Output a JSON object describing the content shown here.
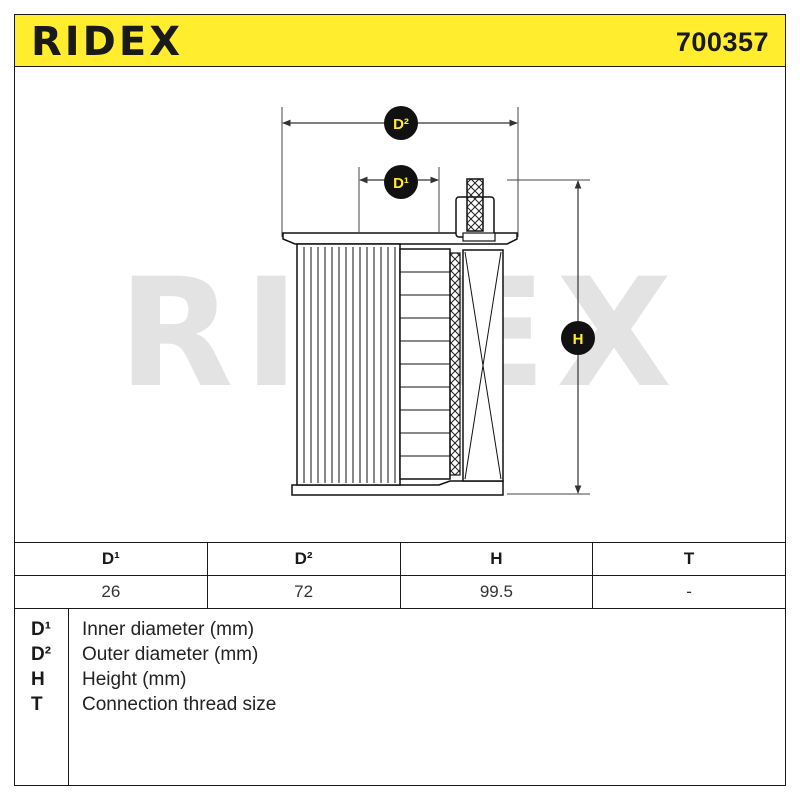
{
  "header": {
    "brand": "RIDEX",
    "part_number": "700357",
    "background_color": "#ffed2e"
  },
  "drawing": {
    "watermark": "RIDEX",
    "labels": {
      "d2": "D²",
      "d1": "D¹",
      "h": "H"
    }
  },
  "spec_table": {
    "headers": [
      "D¹",
      "D²",
      "H",
      "T"
    ],
    "values": [
      "26",
      "72",
      "99.5",
      "-"
    ]
  },
  "legend": [
    {
      "key": "D¹",
      "text": "Inner diameter (mm)"
    },
    {
      "key": "D²",
      "text": "Outer diameter (mm)"
    },
    {
      "key": "H",
      "text": "Height (mm)"
    },
    {
      "key": "T",
      "text": "Connection thread size"
    }
  ]
}
